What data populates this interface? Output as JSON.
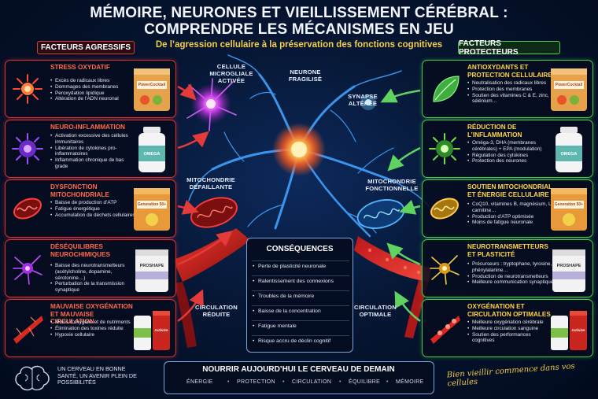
{
  "header": {
    "title_line1": "MÉMOIRE, NEURONES ET VIEILLISSEMENT CÉRÉBRAL :",
    "title_line2": "COMPRENDRE LES MÉCANISMES EN JEU",
    "subtitle": "De l’agression cellulaire à la préservation des fonctions cognitives"
  },
  "left_header": "FACTEURS AGRESSIFS",
  "right_header": "FACTEURS PROTECTEURS",
  "left_cards": [
    {
      "title": "STRESS OXYDATIF",
      "items": [
        "Excès de radicaux libres",
        "Dommages des membranes",
        "Peroxydation lipidique",
        "Altération de l’ADN neuronal"
      ],
      "icon": "oxidative-burst-icon",
      "product": "PowerCocktail"
    },
    {
      "title": "NEURO-INFLAMMATION",
      "items": [
        "Activation excessive des cellules immunitaires",
        "Libération de cytokines pro-inflammatoires",
        "Inflammation chronique de bas grade"
      ],
      "icon": "inflammation-virus-icon",
      "product": "OMEGA"
    },
    {
      "title": "DYSFONCTION MITOCHONDRIALE",
      "items": [
        "Baisse de production d’ATP",
        "Fatigue énergétique",
        "Accumulation de déchets cellulaires"
      ],
      "icon": "damaged-mitochondria-icon",
      "product": "Generation 50+"
    },
    {
      "title": "DÉSÉQUILIBRES NEUROCHIMIQUES",
      "items": [
        "Baisse des neurotransmetteurs (acétylcholine, dopamine, sérotonine…)",
        "Perturbation de la transmission synaptique"
      ],
      "icon": "neuron-imbalance-icon",
      "product": "PROSHAPE"
    },
    {
      "title": "MAUVAISE OXYGÉNATION ET MAUVAISE CIRCULATION",
      "items": [
        "Moins d’oxygène et de nutriments",
        "Élimination des toxines réduite",
        "Hypoxie cellulaire"
      ],
      "icon": "blood-vessel-icon",
      "product": "Activize"
    }
  ],
  "right_cards": [
    {
      "title": "ANTIOXYDANTS ET PROTECTION CELLULAIRE",
      "items": [
        "Neutralisation des radicaux libres",
        "Protection des membranes",
        "Soutien des vitamines C & E, zinc, sélénium…"
      ],
      "icon": "leaf-icon",
      "product": "PowerCocktail"
    },
    {
      "title": "RÉDUCTION DE L’INFLAMMATION",
      "items": [
        "Oméga-3, DHA (membranes cérébrales) + EPA (modulation)",
        "Régulation des cytokines",
        "Protection des neurones"
      ],
      "icon": "calm-cell-icon",
      "product": "OMEGA"
    },
    {
      "title": "SOUTIEN MITOCHONDRIAL ET ÉNERGIE CELLULAIRE",
      "items": [
        "CoQ10, vitamines B, magnésium, L-carnitine…",
        "Production d’ATP optimisée",
        "Moins de fatigue neuronale"
      ],
      "icon": "healthy-mitochondria-icon",
      "product": "Generation 50+"
    },
    {
      "title": "NEUROTRANSMETTEURS ET PLASTICITÉ",
      "items": [
        "Précurseurs : tryptophane, tyrosine, phénylalanine…",
        "Production de neurotransmetteurs",
        "Meilleure communication synaptique"
      ],
      "icon": "neuron-network-icon",
      "product": "PROSHAPE"
    },
    {
      "title": "OXYGÉNATION ET CIRCULATION OPTIMALES",
      "items": [
        "Meilleure oxygénation cérébrale",
        "Meilleure circulation sanguine",
        "Soutien des performances cognitives"
      ],
      "icon": "oxygen-vessel-icon",
      "product": "Activize"
    }
  ],
  "center_labels": {
    "microglia": "CELLULE MICROGLIALE ACTIVÉE",
    "neuron": "NEURONE FRAGILISÉ",
    "synapse": "SYNAPSE ALTÉRÉE",
    "mito_bad": "MITOCHONDRIE DÉFAILLANTE",
    "mito_good": "MITOCHONDRIE FONCTIONNELLE",
    "circ_bad": "CIRCULATION RÉDUITE",
    "circ_good": "CIRCULATION OPTIMALE"
  },
  "consequences": {
    "title": "CONSÉQUENCES",
    "items": [
      "Perte de plasticité neuronale",
      "Ralentissement des connexions",
      "Troubles de la mémoire",
      "Baisse de la concentration",
      "Fatigue mentale",
      "Risque accru de déclin cognitif"
    ]
  },
  "footer": {
    "title": "NOURRIR AUJOURD’HUI LE CERVEAU DE DEMAIN",
    "words": [
      "ÉNERGIE",
      "PROTECTION",
      "CIRCULATION",
      "ÉQUILIBRE",
      "MÉMOIRE"
    ]
  },
  "brain_caption": "UN CERVEAU EN BONNE SANTÉ, UN AVENIR PLEIN DE POSSIBILITÉS",
  "tagline": "Bien vieillir commence dans vos cellules",
  "colors": {
    "aggressive": "#d63434",
    "protective": "#4cc94c",
    "title_yellow": "#f2d04a",
    "neuron_blue": "#3fa2ff",
    "vessel_red": "#e0241f"
  }
}
